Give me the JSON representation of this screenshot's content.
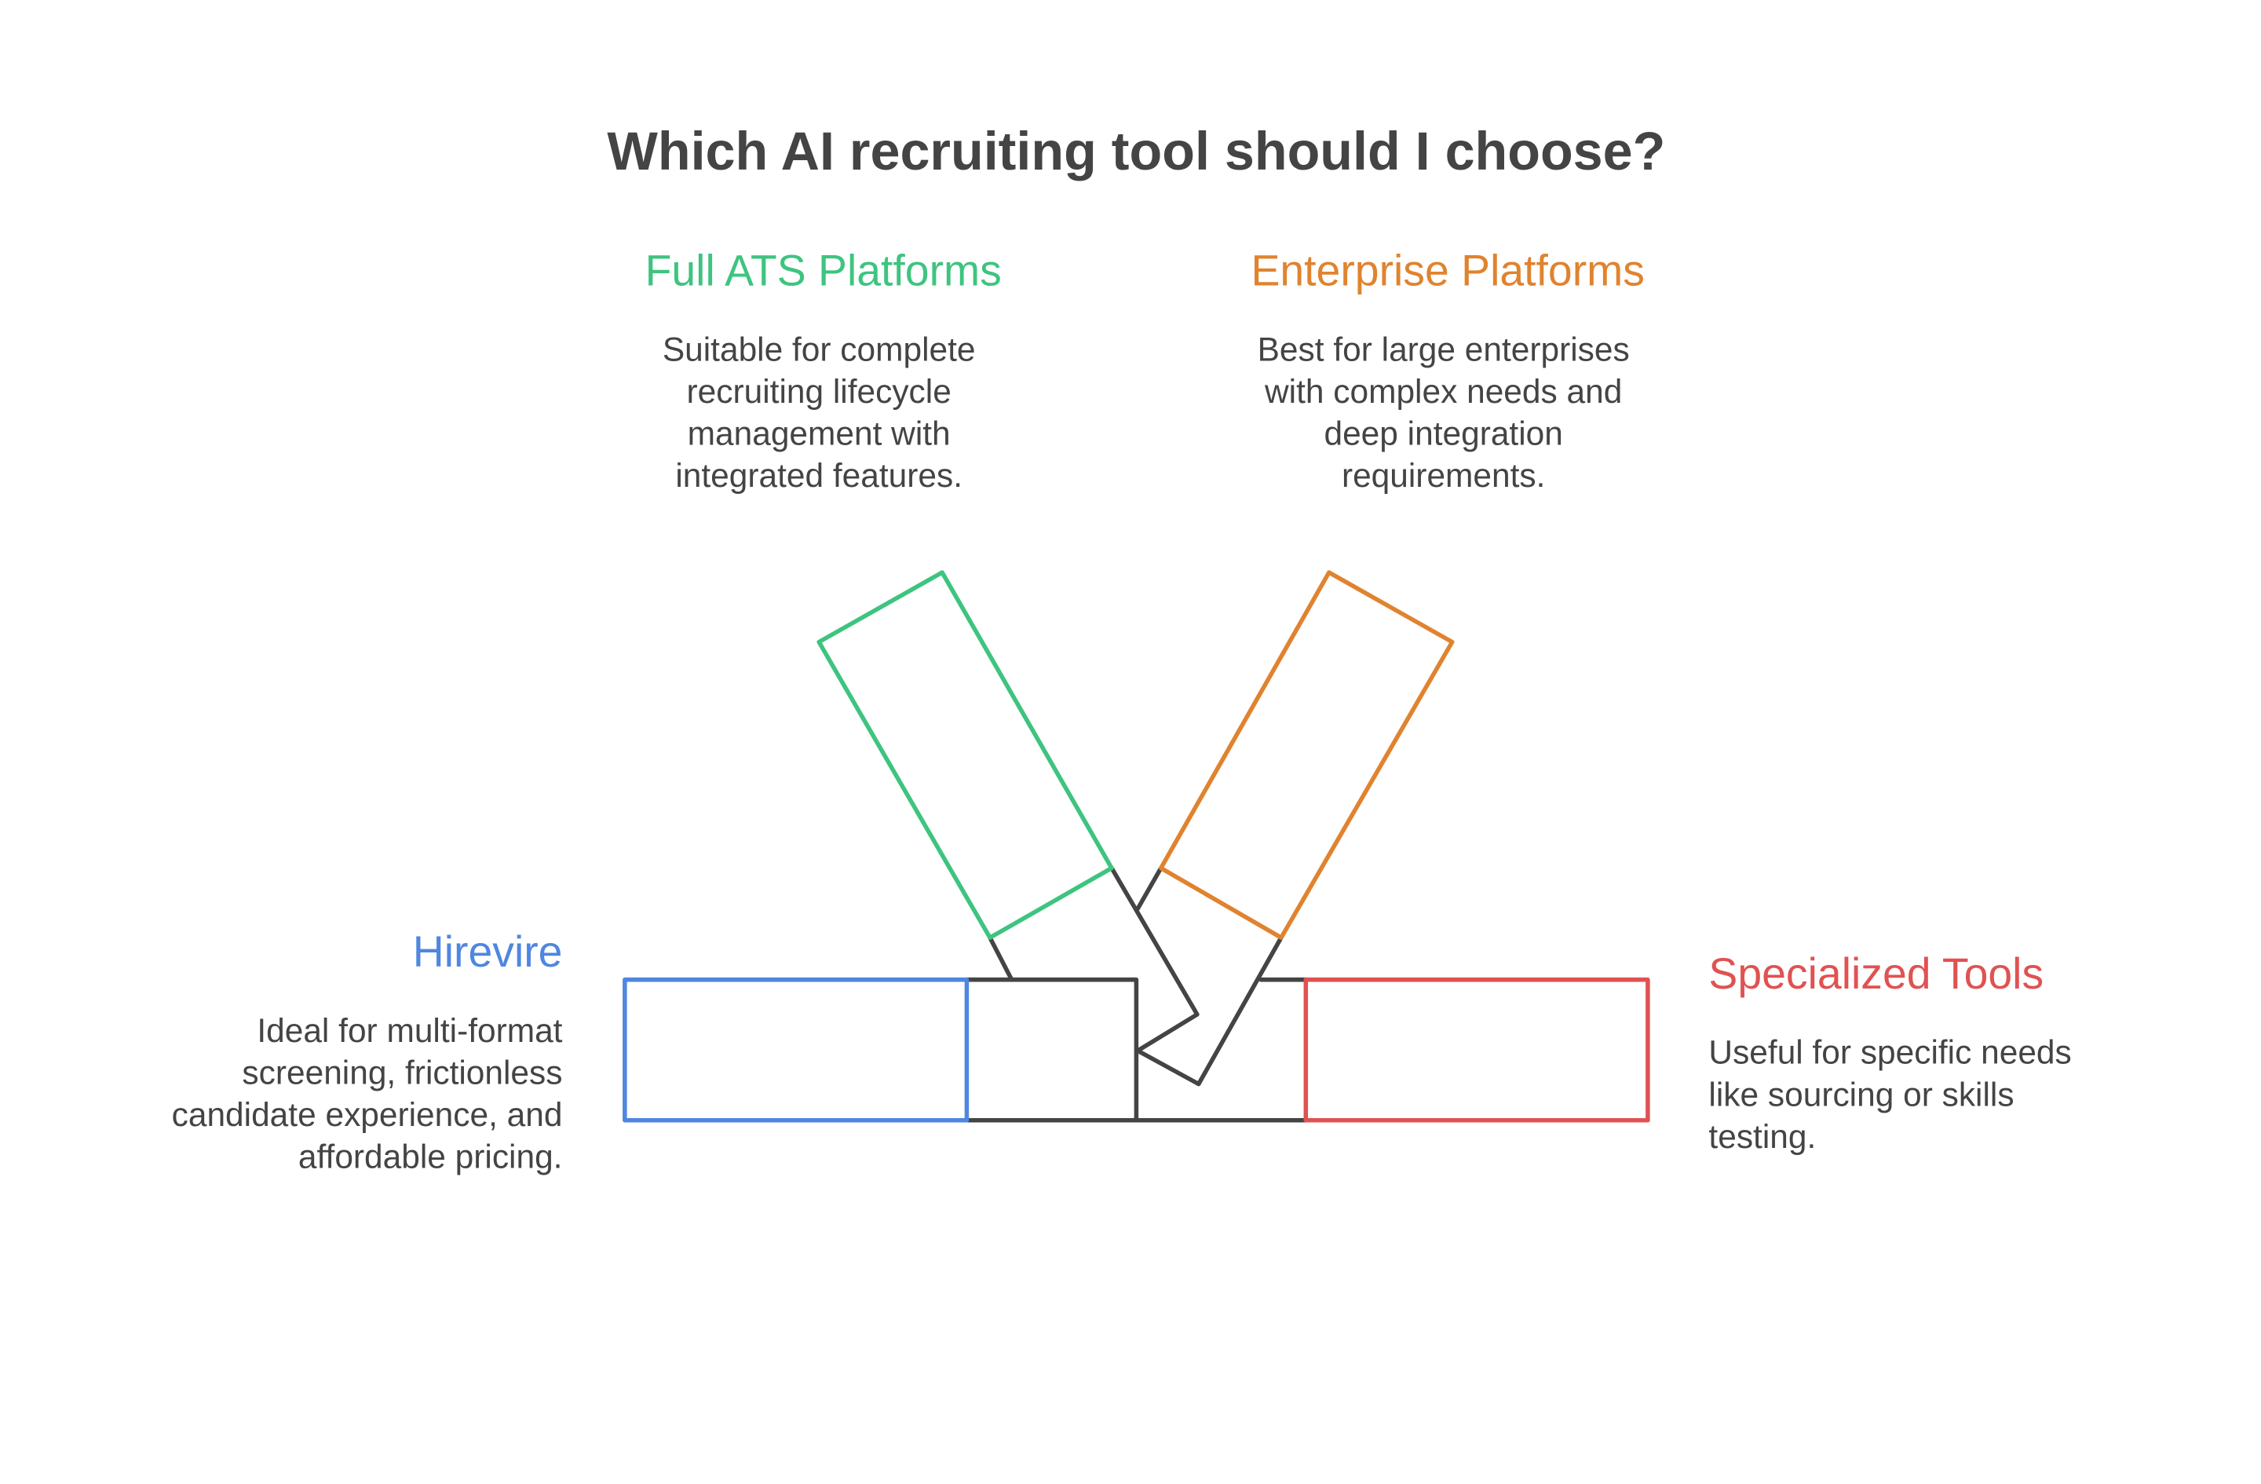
{
  "title": "Which AI recruiting tool should I choose?",
  "colors": {
    "green": "#3ec47f",
    "orange": "#e0832f",
    "blue": "#4f86e0",
    "red": "#e05252",
    "dark": "#444444"
  },
  "options": {
    "full_ats": {
      "heading": "Full ATS Platforms",
      "lines": [
        "Suitable for complete",
        "recruiting lifecycle",
        "management with",
        "integrated features."
      ]
    },
    "enterprise": {
      "heading": "Enterprise Platforms",
      "lines": [
        "Best for large enterprises",
        "with complex needs and",
        "deep integration",
        "requirements."
      ]
    },
    "hirevire": {
      "heading": "Hirevire",
      "lines": [
        "Ideal for multi-format",
        "screening, frictionless",
        "candidate experience, and",
        "affordable pricing."
      ]
    },
    "specialized": {
      "heading": "Specialized Tools",
      "lines": [
        "Useful for specific needs",
        "like sourcing or skills",
        "testing."
      ]
    }
  }
}
